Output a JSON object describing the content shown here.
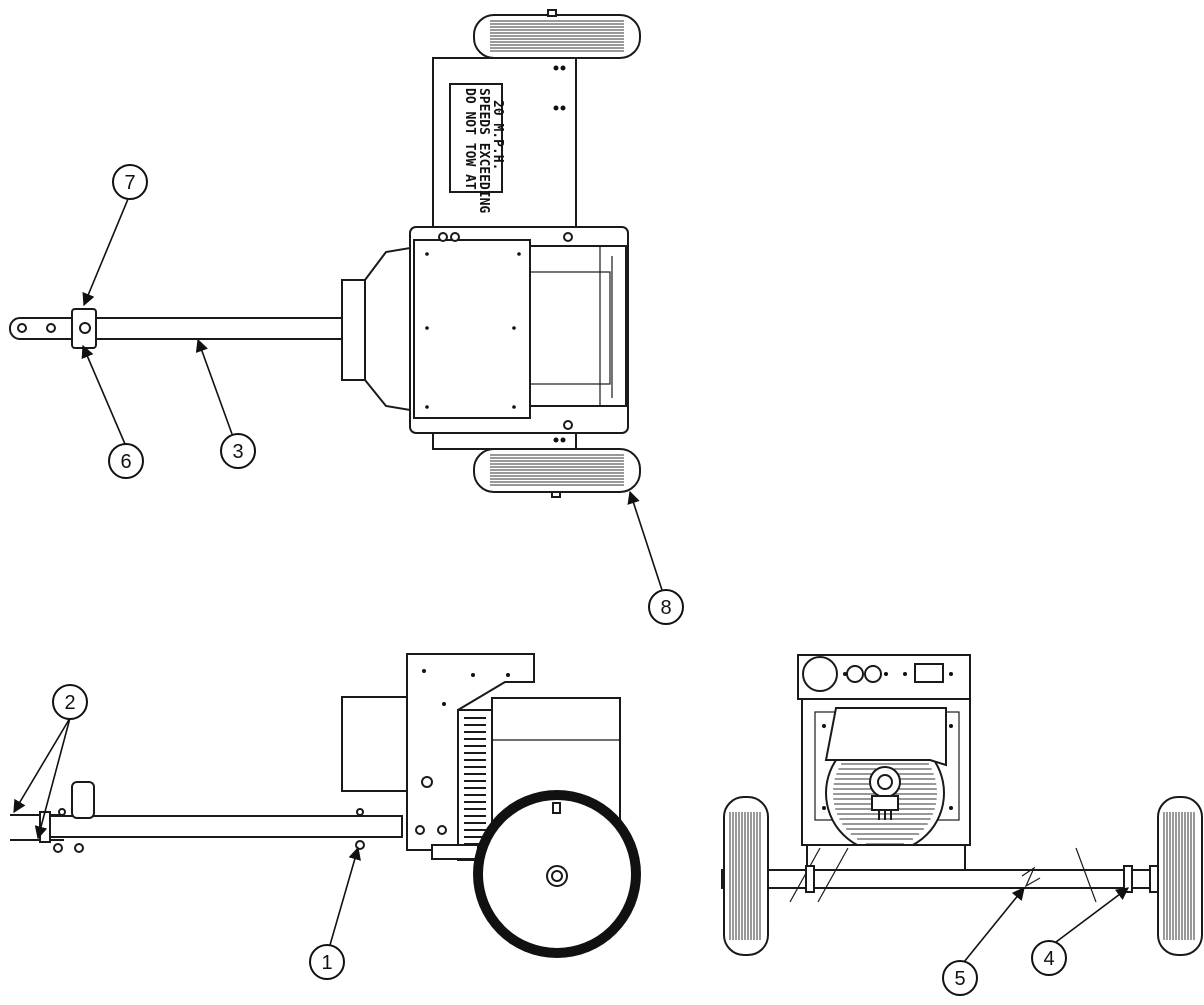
{
  "decal": {
    "line1": "DO NOT TOW AT",
    "line2": "SPEEDS EXCEEDING",
    "line3": "20 M.P.H."
  },
  "callouts": {
    "c1": "1",
    "c2": "2",
    "c3": "3",
    "c4": "4",
    "c5": "5",
    "c6": "6",
    "c7": "7",
    "c8": "8"
  }
}
